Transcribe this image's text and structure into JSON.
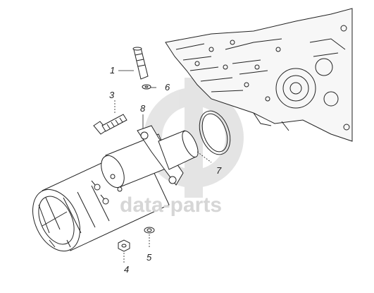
{
  "callouts": [
    {
      "id": "1",
      "label": "1"
    },
    {
      "id": "2",
      "label": "3"
    },
    {
      "id": "3",
      "label": "4"
    },
    {
      "id": "4",
      "label": "5"
    },
    {
      "id": "5",
      "label": "6"
    },
    {
      "id": "6",
      "label": "7"
    },
    {
      "id": "7",
      "label": "8"
    }
  ],
  "watermark": {
    "text": "data-parts"
  },
  "colors": {
    "line": "#222222",
    "watermark": "#d6d6d6"
  }
}
